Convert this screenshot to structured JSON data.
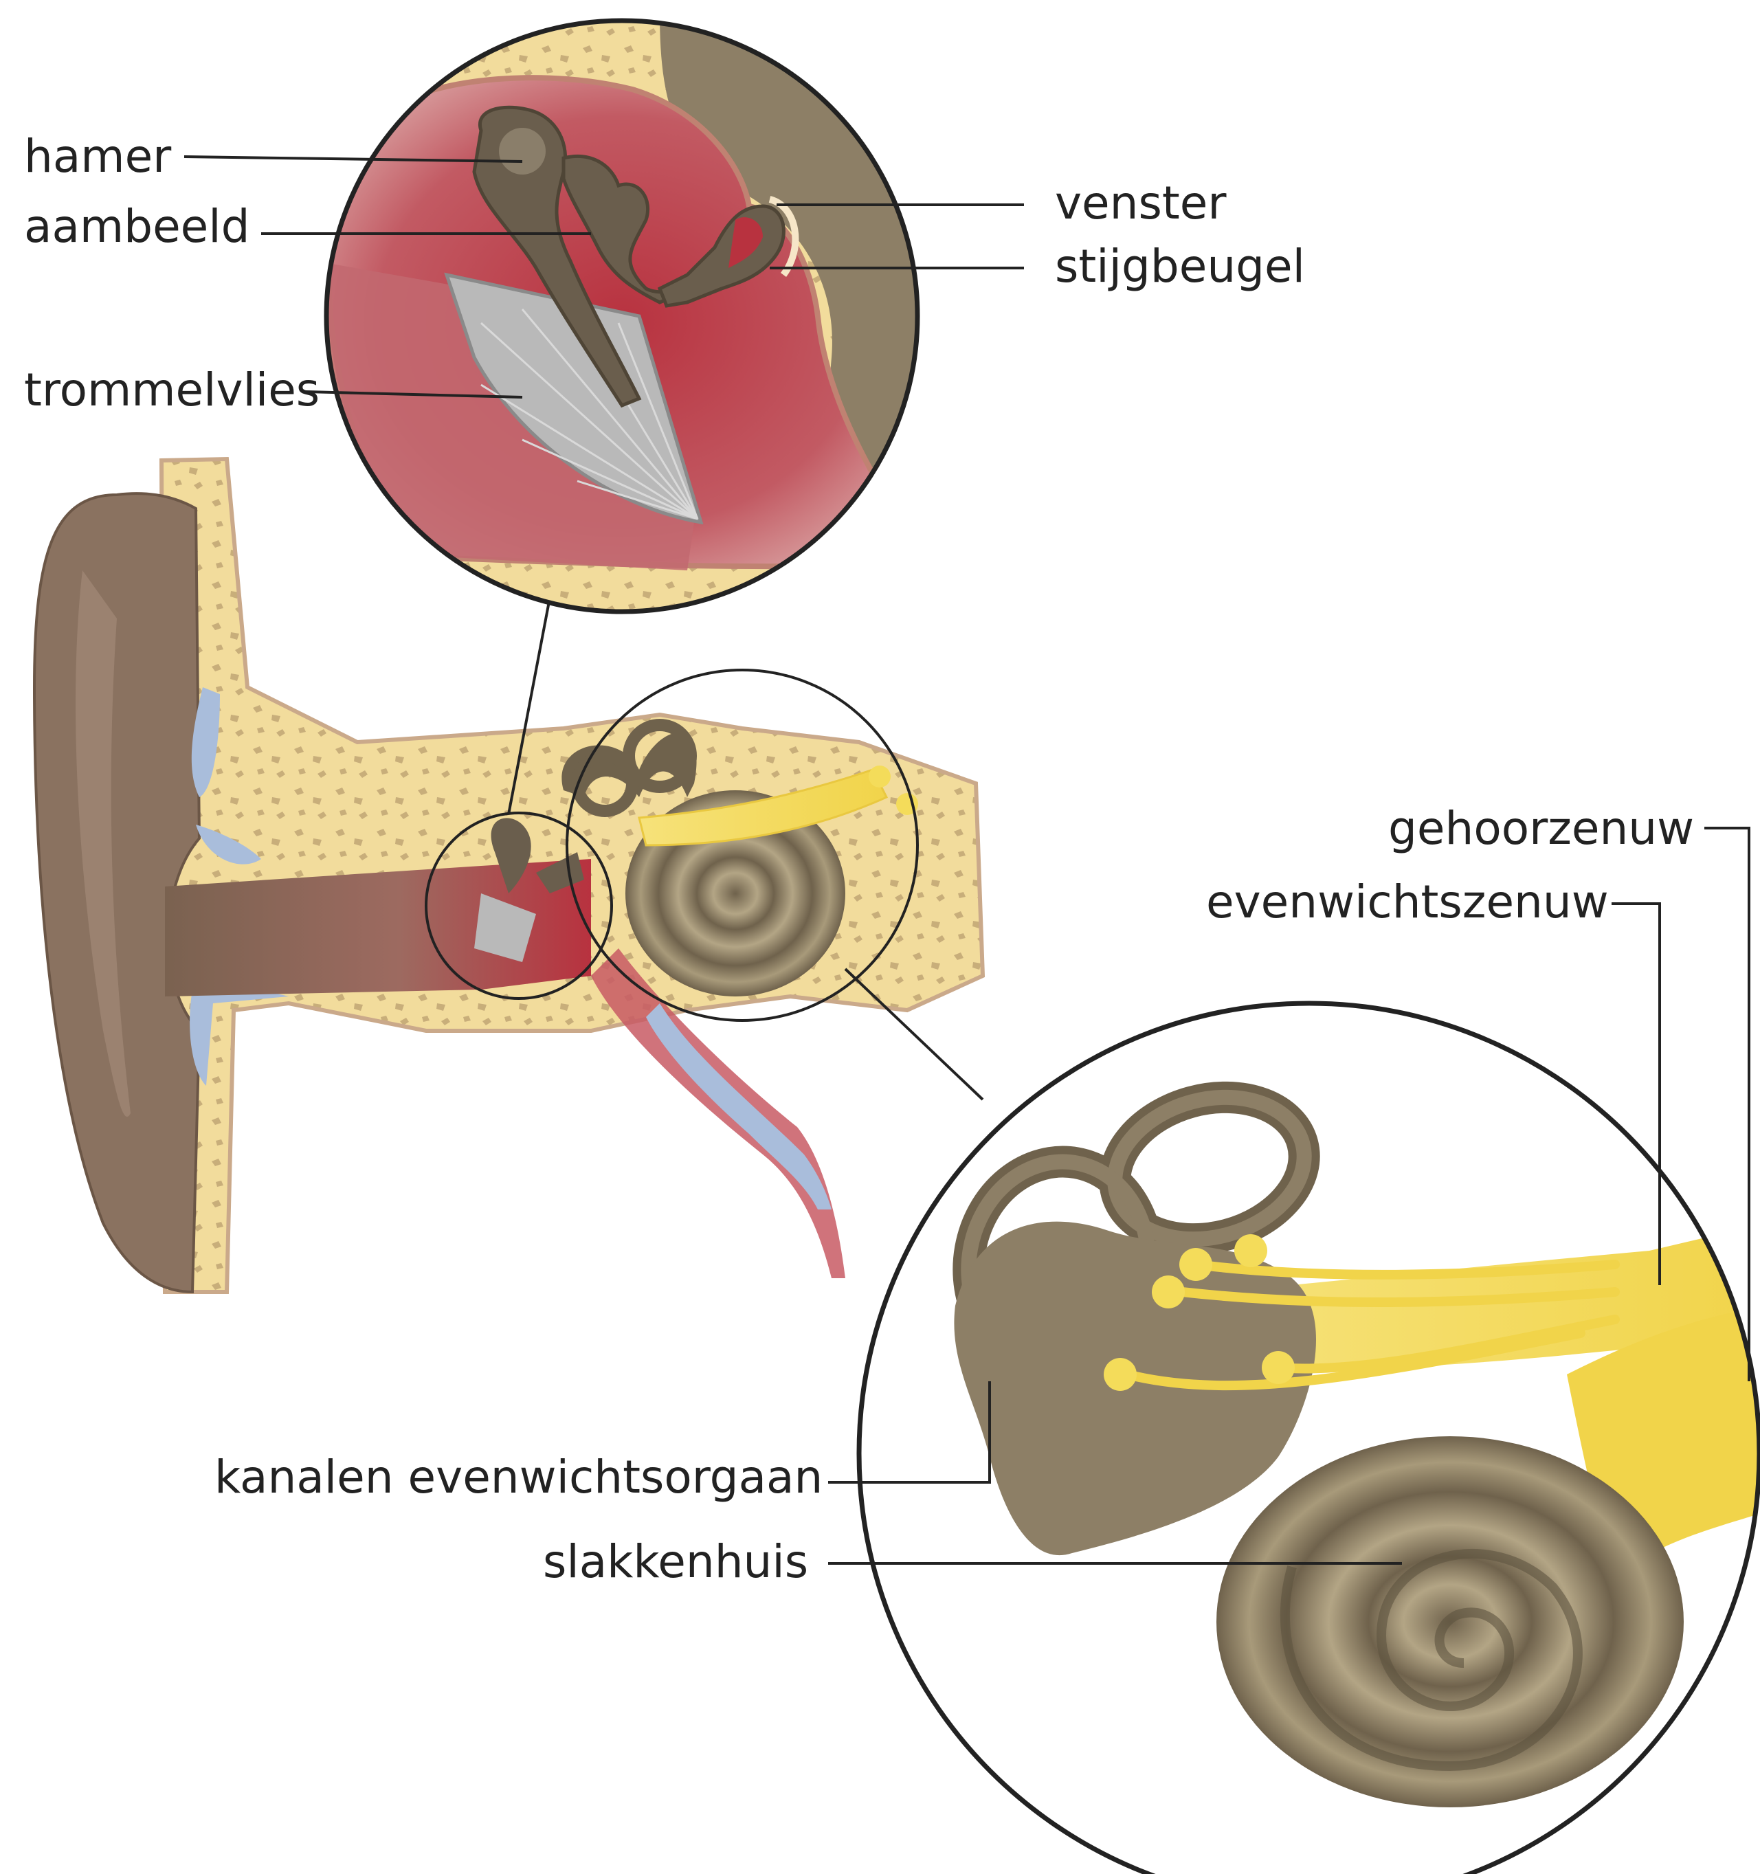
{
  "labels": {
    "hamer": "hamer",
    "aambeeld": "aambeeld",
    "trommelvlies": "trommelvlies",
    "venster": "venster",
    "stijgbeugel": "stijgbeugel",
    "gehoorzenuw": "gehoorzenuw",
    "evenwichtszenuw": "evenwichtszenuw",
    "kanalen": "kanalen evenwichtsorgaan",
    "slakkenhuis": "slakkenhuis"
  },
  "colors": {
    "bone": "#f2dc9c",
    "bone_speckle": "#c8ae7a",
    "flesh_red": "#b8323f",
    "skin_brown": "#8a7260",
    "inner_ear": "#8d7f66",
    "nerve": "#f4dc5a",
    "cartilage_blue": "#a9bddb",
    "eardrum_grey": "#b9b9b9",
    "line": "#222222"
  }
}
